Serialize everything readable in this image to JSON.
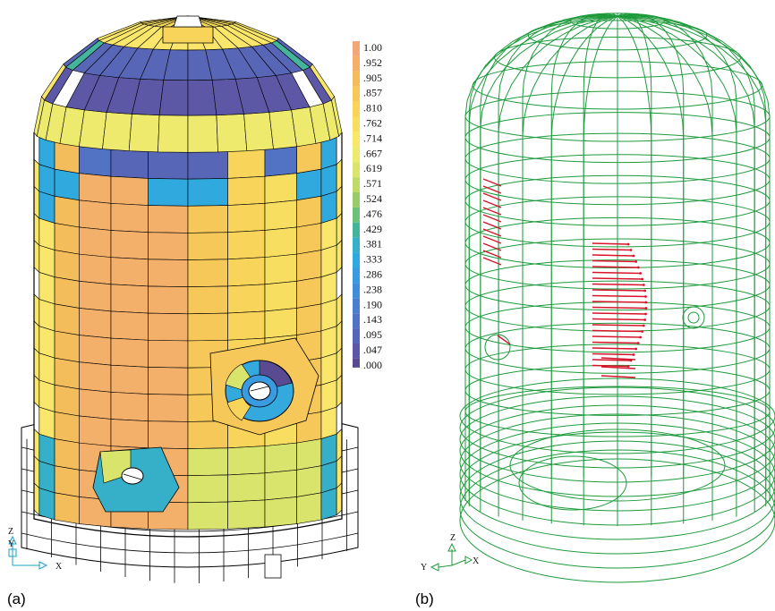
{
  "panels": [
    {
      "caption": "(a)"
    },
    {
      "caption": "(b)"
    }
  ],
  "legend": {
    "entries": [
      {
        "label": "1.00",
        "color": "#f2a77a"
      },
      {
        "label": ".952",
        "color": "#f3b06a"
      },
      {
        "label": ".905",
        "color": "#f4bd5c"
      },
      {
        "label": ".857",
        "color": "#f6c85a"
      },
      {
        "label": ".810",
        "color": "#f8d55a"
      },
      {
        "label": ".762",
        "color": "#f8de60"
      },
      {
        "label": ".714",
        "color": "#f9e66a"
      },
      {
        "label": ".667",
        "color": "#eeea6e"
      },
      {
        "label": ".619",
        "color": "#d9e46c"
      },
      {
        "label": ".571",
        "color": "#bedb6a"
      },
      {
        "label": ".524",
        "color": "#96cc6a"
      },
      {
        "label": ".476",
        "color": "#6ec07a"
      },
      {
        "label": ".429",
        "color": "#44b59a"
      },
      {
        "label": ".381",
        "color": "#35b0c8"
      },
      {
        "label": ".333",
        "color": "#30a9de"
      },
      {
        "label": ".286",
        "color": "#3a9be0"
      },
      {
        "label": ".238",
        "color": "#438cd8"
      },
      {
        "label": ".190",
        "color": "#4a7fcf"
      },
      {
        "label": ".143",
        "color": "#5272c4"
      },
      {
        "label": ".095",
        "color": "#5866b8"
      },
      {
        "label": ".047",
        "color": "#5c58a6"
      },
      {
        "label": ".000",
        "color": "#5a4a92"
      }
    ]
  },
  "axes_a": {
    "z": "Z",
    "y": "Y",
    "x": "X"
  },
  "axes_b": {
    "z": "Z",
    "y": "Y",
    "x": "X"
  },
  "colors": {
    "wireframe": "#1e9a3c",
    "mesh_line": "#000000",
    "vector": "#d8142c"
  }
}
